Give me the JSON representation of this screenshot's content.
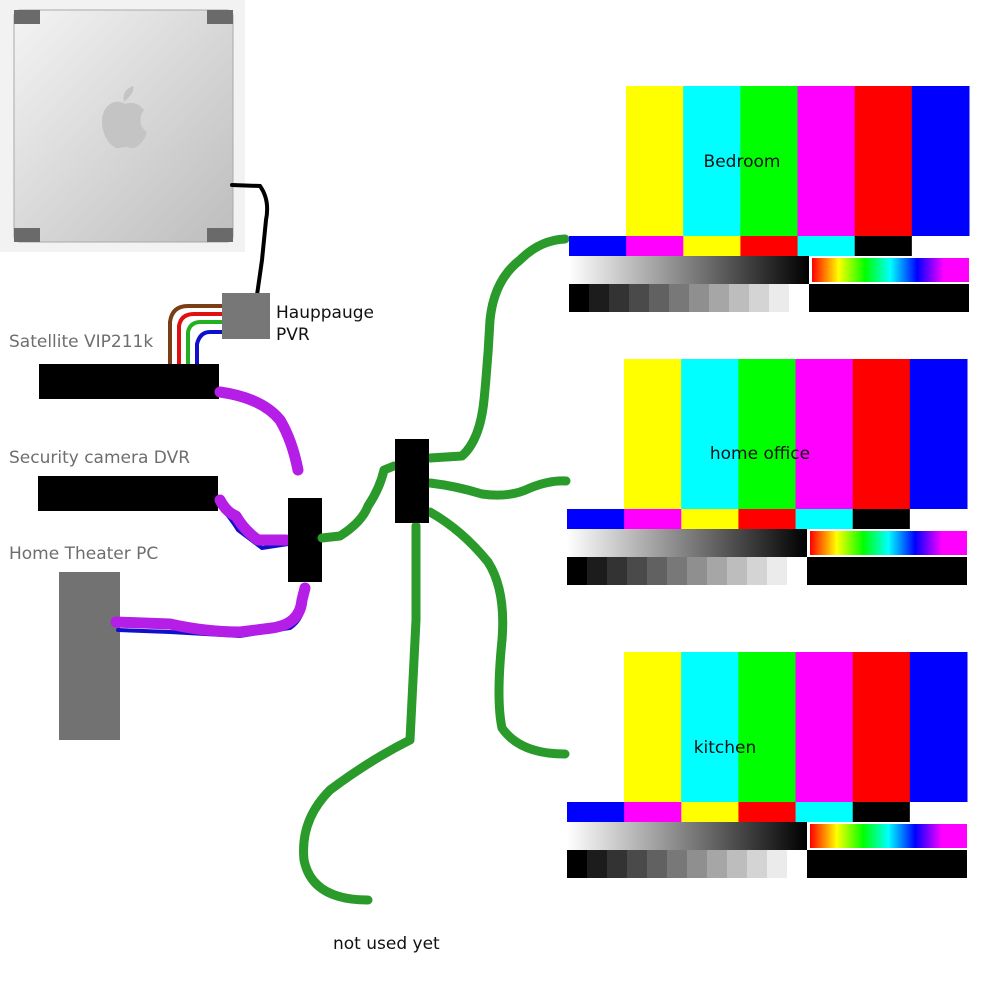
{
  "labels": {
    "hauppauge_line1": "Hauppauge",
    "hauppauge_line2": "PVR",
    "satellite": "Satellite VIP211k",
    "security_dvr": "Security camera DVR",
    "htpc": "Home Theater PC",
    "not_used": "not used yet"
  },
  "tvs": [
    {
      "label": "Bedroom"
    },
    {
      "label": "home office"
    },
    {
      "label": "kitchen"
    }
  ],
  "icons": {
    "computer": "mac-pro-tower-icon",
    "tv": "color-bars-test-pattern-icon"
  },
  "colors": {
    "hdmi_cable": "#b41ee6",
    "coax_cable": "#2a9a2a",
    "component_cable_colors": [
      "#7a3e16",
      "#e01010",
      "#22b022",
      "#1010cc"
    ],
    "usb_cable": "#000000",
    "device": "#000000",
    "hauppauge_box": "#777777",
    "htpc_box": "#727272",
    "bars_top": [
      "#ffff00",
      "#00ffff",
      "#00ff00",
      "#ff00ff",
      "#ff0000",
      "#0000ff"
    ],
    "bars_mid": [
      "#0000ff",
      "#ff00ff",
      "#ffff00",
      "#ff0000",
      "#00ffff",
      "#000000",
      "#ffffff"
    ],
    "bars_steps": [
      "#000000",
      "#1c1c1c",
      "#333333",
      "#4a4a4a",
      "#616161",
      "#787878",
      "#8f8f8f",
      "#a6a6a6",
      "#bdbdbd",
      "#d4d4d4",
      "#ebebeb",
      "#ffffff"
    ]
  }
}
